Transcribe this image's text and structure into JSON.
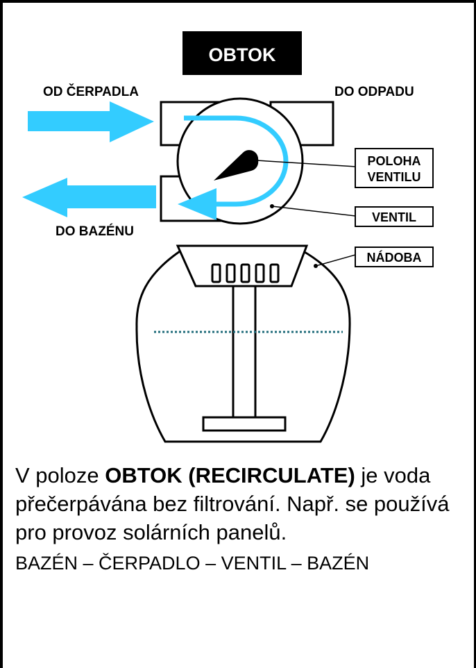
{
  "diagram": {
    "title": "OBTOK",
    "label_from_pump": "OD ČERPADLA",
    "label_to_waste": "DO ODPADU",
    "label_to_pool": "DO BAZÉNU",
    "callout_valve_position_line1": "POLOHA",
    "callout_valve_position_line2": "VENTILU",
    "callout_valve": "VENTIL",
    "callout_vessel": "NÁDOBA",
    "colors": {
      "flow_arrow": "#33CCFF",
      "water_level": "#1F6B7A",
      "title_bg": "#000000"
    }
  },
  "text": {
    "intro": "V poloze ",
    "mode": "OBTOK (RECIRCULATE)",
    "rest": " je voda přečerpávána bez filtrování. Např. se používá pro provoz solárních panelů.",
    "sequence": "BAZÉN – ČERPADLO – VENTIL – BAZÉN"
  }
}
